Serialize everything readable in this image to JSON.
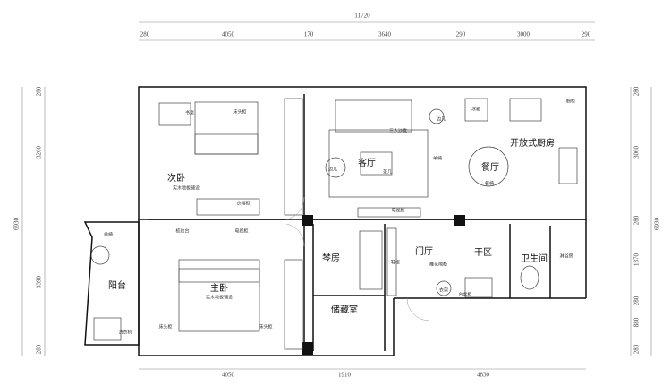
{
  "dimensions": {
    "top_total": "11720",
    "top": [
      "280",
      "4050",
      "170",
      "3640",
      "290",
      "3000",
      "290"
    ],
    "bottom": [
      "4050",
      "1910",
      "4830"
    ],
    "left_total": "6930",
    "left": [
      "280",
      "3260",
      "3390",
      "280"
    ],
    "right_total": "6930",
    "right": [
      "280",
      "3060",
      "280",
      "1870",
      "280",
      "880",
      "280"
    ]
  },
  "rooms": {
    "second_bedroom": "次卧",
    "second_bedroom_floor": "实木地板铺设",
    "master_bedroom": "主卧",
    "master_bedroom_floor": "实木地板铺设",
    "living_room": "客厅",
    "dining_room": "餐厅",
    "kitchen": "开放式厨房",
    "balcony": "阳台",
    "piano_room": "琴房",
    "storage": "储藏室",
    "foyer": "门厅",
    "dry_area": "干区",
    "bathroom": "卫生间",
    "shower": "淋浴房"
  },
  "furniture": {
    "desk": "书桌",
    "nightstand_a": "床头柜",
    "wardrobe_a": "衣帽柜",
    "sofa": "三人沙发",
    "coffee_table": "茶几",
    "side_table_a": "边几",
    "side_table_b": "边几",
    "armchair": "单椅",
    "fridge": "冰箱",
    "cabinet": "橱柜",
    "dining_chair": "餐椅",
    "tv_cabinet_living": "电视柜",
    "dresser": "梳妆台",
    "tv_cabinet_master": "电视柜",
    "balcony_chair": "单椅",
    "washer": "洗衣机",
    "nightstand_b": "床头柜",
    "nightstand_c": "床头柜",
    "shoe_cabinet": "鞋柜",
    "partition": "雕花隔断",
    "coat_rack": "衣架",
    "vanity": "台盆柜"
  }
}
